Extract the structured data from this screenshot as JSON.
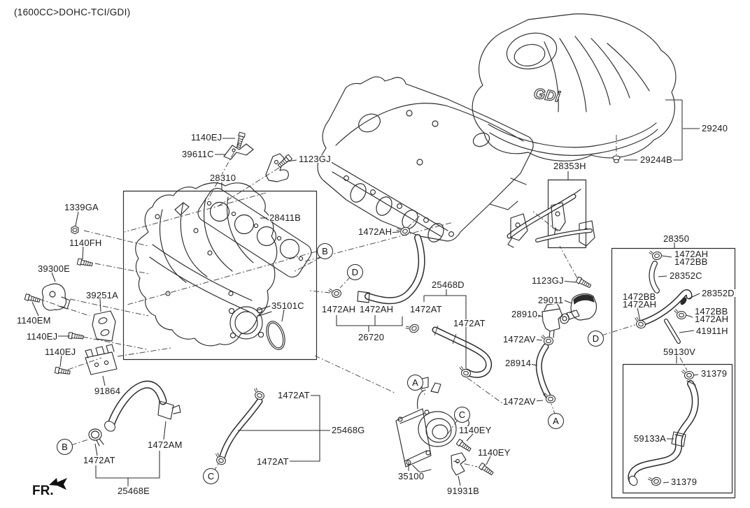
{
  "title": "(1600CC>DOHC-TCI/GDI)",
  "logo": "GDi",
  "fr": "FR.",
  "callouts": {
    "a": "A",
    "b": "B",
    "c": "C",
    "d": "D"
  },
  "parts": {
    "p1140ej_a": "1140EJ",
    "p39611c": "39611C",
    "p1123gj_a": "1123GJ",
    "p28310": "28310",
    "p28411b": "28411B",
    "p1472ah_head": "1472AH",
    "p29240": "29240",
    "p29244b": "29244B",
    "p28353h": "28353H",
    "p1339ga": "1339GA",
    "p1140fh": "1140FH",
    "p39300e": "39300E",
    "p39251a": "39251A",
    "p1140em": "1140EM",
    "p1140ej_b": "1140EJ",
    "p1140ej_c": "1140EJ",
    "p91864": "91864",
    "p35101c": "35101C",
    "p1472ah_l": "1472AH",
    "p1472ah_r": "1472AH",
    "p26720": "26720",
    "p25468d": "25468D",
    "p1472at_d1": "1472AT",
    "p1472at_d2": "1472AT",
    "p29011": "29011",
    "p28910": "28910",
    "p1472av_a": "1472AV",
    "p28914": "28914",
    "p1472av_b": "1472AV",
    "p1123gj_b": "1123GJ",
    "p28350": "28350",
    "p1472ah_t1": "1472AH",
    "p1472bb_t1": "1472BB",
    "p28352c": "28352C",
    "p1472bb_l": "1472BB",
    "p1472ah_l2": "1472AH",
    "p28352d": "28352D",
    "p1472bb_r": "1472BB",
    "p1472ah_r2": "1472AH",
    "p41911h": "41911H",
    "p59130v": "59130V",
    "p31379_a": "31379",
    "p59133a": "59133A",
    "p31379_b": "31379",
    "p1140ey_a": "1140EY",
    "p1140ey_b": "1140EY",
    "p35100": "35100",
    "p91931b": "91931B",
    "p1472at_g1": "1472AT",
    "p25468g": "25468G",
    "p1472at_g2": "1472AT",
    "p1472at_e": "1472AT",
    "p1472am": "1472AM",
    "p25468e": "25468E"
  }
}
